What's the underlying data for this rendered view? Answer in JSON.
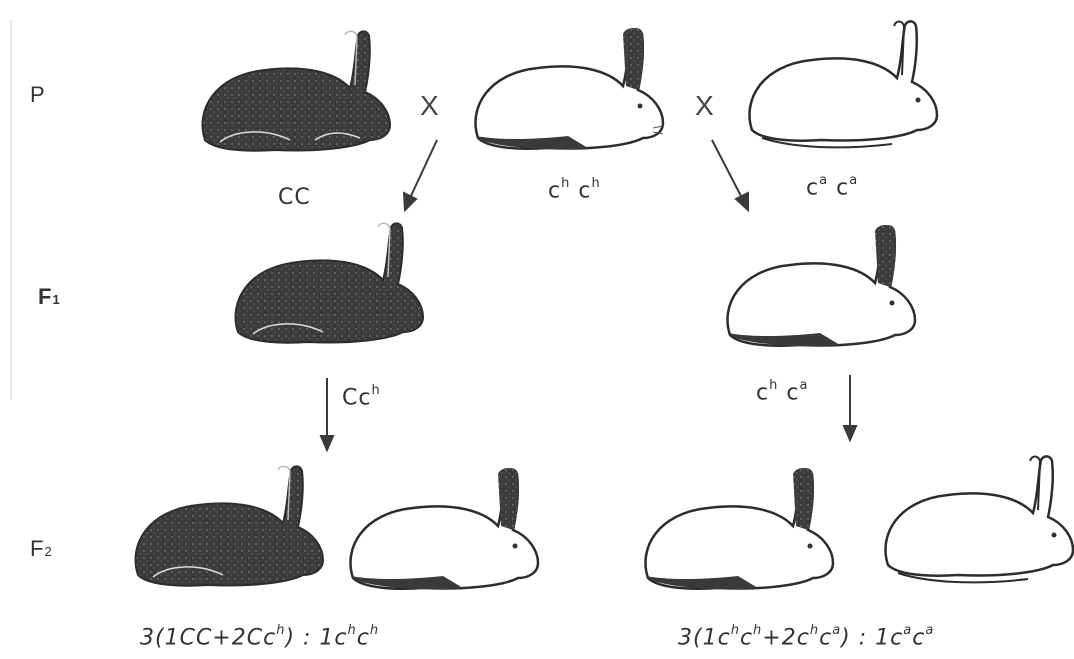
{
  "generations": {
    "p": "P",
    "f1": {
      "letter": "F",
      "sub": "1"
    },
    "f2": {
      "letter": "F",
      "sub": "2"
    }
  },
  "cross_symbol": "X",
  "genotypes": {
    "p_dark": "CC",
    "p_himalayan": {
      "a": "c",
      "a_sup": "h",
      "b": "c",
      "b_sup": "h"
    },
    "p_albino": {
      "a": "c",
      "a_sup": "a",
      "b": "c",
      "b_sup": "a"
    },
    "f1_left": {
      "a": "Cc",
      "a_sup": "h"
    },
    "f1_right": {
      "a": "c",
      "a_sup": "h",
      "b": "c",
      "b_sup": "a"
    }
  },
  "ratios": {
    "left": {
      "p1": "3(1CC+2Cc",
      "s1": "h",
      "p2": ")  :  1c",
      "s2": "h",
      "p3": "c",
      "s3": "h"
    },
    "right": {
      "p1": "3(1c",
      "s1": "h",
      "p2": "c",
      "s2": "h",
      "p3": "+2c",
      "s3": "h",
      "p4": "c",
      "s4": "a",
      "p5": ")  :  1c",
      "s5": "a",
      "p6": "c",
      "s6": "a"
    }
  },
  "colors": {
    "ink": "#2d2d2d",
    "fur_dark": "#3a3a3a"
  }
}
